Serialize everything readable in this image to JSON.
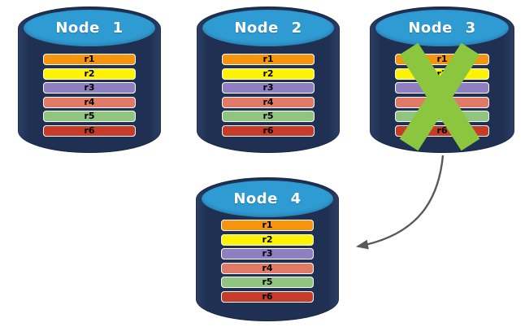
{
  "diagram": {
    "type": "database-replication-failover",
    "nodes": [
      {
        "label": "Node 1",
        "failed": false,
        "records": [
          "r1",
          "r2",
          "r3",
          "r4",
          "r5",
          "r6"
        ]
      },
      {
        "label": "Node 2",
        "failed": false,
        "records": [
          "r1",
          "r2",
          "r3",
          "r4",
          "r5",
          "r6"
        ]
      },
      {
        "label": "Node 3",
        "failed": true,
        "records": [
          "r1",
          "r2",
          "r3",
          "r4",
          "r5",
          "r6"
        ]
      },
      {
        "label": "Node 4",
        "failed": false,
        "records": [
          "r1",
          "r2",
          "r3",
          "r4",
          "r5",
          "r6"
        ]
      }
    ],
    "record_styles": {
      "r1": "#F7940E",
      "r2": "#FDF303",
      "r3": "#8E7FC0",
      "r4": "#E07A66",
      "r5": "#8FC57F",
      "r6": "#C63C28"
    },
    "colors": {
      "background": "#FFFFFF",
      "cylinder_body": "#1F3052",
      "cylinder_body_edge": "#2C3F66",
      "cylinder_top": "#2F9BD3",
      "node_label_text": "#FFFFFF",
      "record_label_text": "#000000",
      "record_border": "#FFFFFF",
      "failure_x": "#8CC63F",
      "arrow": "#595959"
    },
    "icons": {
      "failure_x": "x-cross-icon",
      "arrow": "curved-arrow"
    }
  }
}
